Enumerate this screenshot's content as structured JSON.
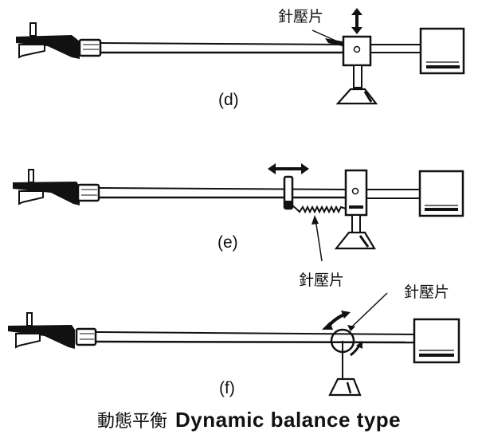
{
  "figure": {
    "title_zh": "動態平衡",
    "title_en": "Dynamic balance type",
    "colors": {
      "ink": "#111111",
      "paper": "#ffffff"
    },
    "panels": [
      {
        "id": "d",
        "label": "(d)",
        "callouts": [
          "針壓片"
        ],
        "motion": "vertical-arrow"
      },
      {
        "id": "e",
        "label": "(e)",
        "callouts": [
          "針壓片"
        ],
        "motion": "horizontal-arrow"
      },
      {
        "id": "f",
        "label": "(f)",
        "callouts": [
          "針壓片"
        ],
        "motion": "curved-arrow"
      }
    ]
  }
}
